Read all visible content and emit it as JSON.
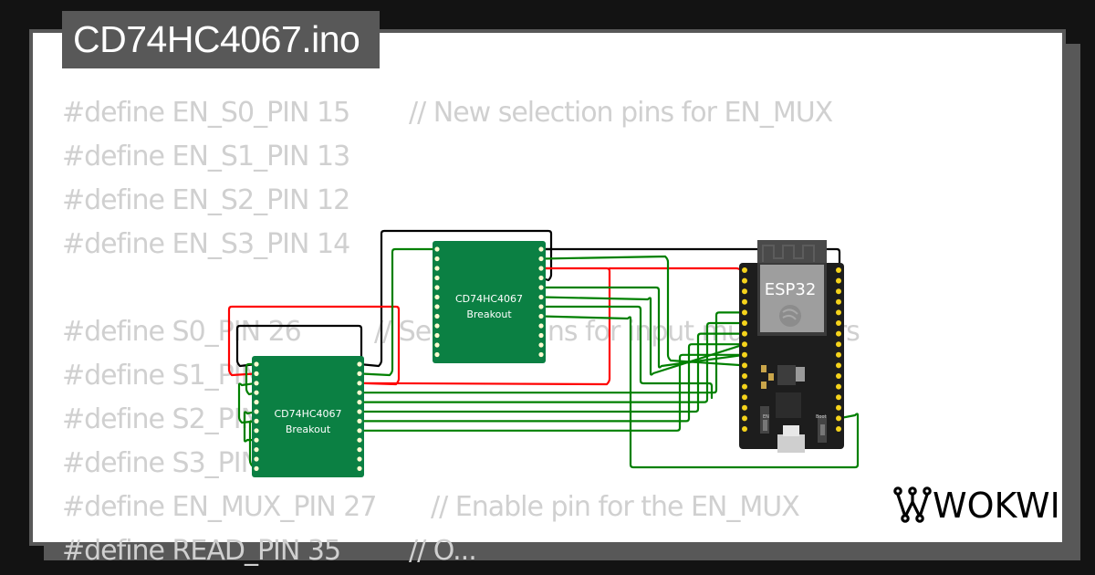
{
  "file": {
    "title": "CD74HC4067.ino"
  },
  "code": {
    "lines": [
      {
        "code": "#define EN_S0_PIN 15",
        "comment": "// New selection pins for EN_MUX"
      },
      {
        "code": "#define EN_S1_PIN 13",
        "comment": ""
      },
      {
        "code": "#define EN_S2_PIN 12",
        "comment": ""
      },
      {
        "code": "#define EN_S3_PIN 14",
        "comment": ""
      },
      {
        "code": "",
        "comment": ""
      },
      {
        "code": "#define S0_PIN 26",
        "comment": "// Selection pins for input multiplexers"
      },
      {
        "code": "#define S1_PIN 25",
        "comment": ""
      },
      {
        "code": "#define S2_PIN 33",
        "comment": ""
      },
      {
        "code": "#define S3_PIN 32",
        "comment": ""
      },
      {
        "code": "#define EN_MUX_PIN 27",
        "comment": "// Enable pin for the EN_MUX"
      },
      {
        "code": "#define READ_PIN 35",
        "comment": "// O..."
      }
    ]
  },
  "diagram": {
    "parts": [
      {
        "id": "mux-top",
        "label_line1": "CD74HC4067",
        "label_line2": "Breakout"
      },
      {
        "id": "mux-bottom",
        "label_line1": "CD74HC4067",
        "label_line2": "Breakout"
      },
      {
        "id": "esp32",
        "label": "ESP32",
        "en_label": "EN",
        "boot_label": "Boot"
      }
    ],
    "wire_colors": {
      "signal": "#008000",
      "power": "#ff0000",
      "ground": "#000000"
    },
    "board_color": "#0b8043",
    "esp_color": "#1d1d1d",
    "pin_color": "#f5d31b"
  },
  "brand": {
    "name": "WOKWI"
  }
}
